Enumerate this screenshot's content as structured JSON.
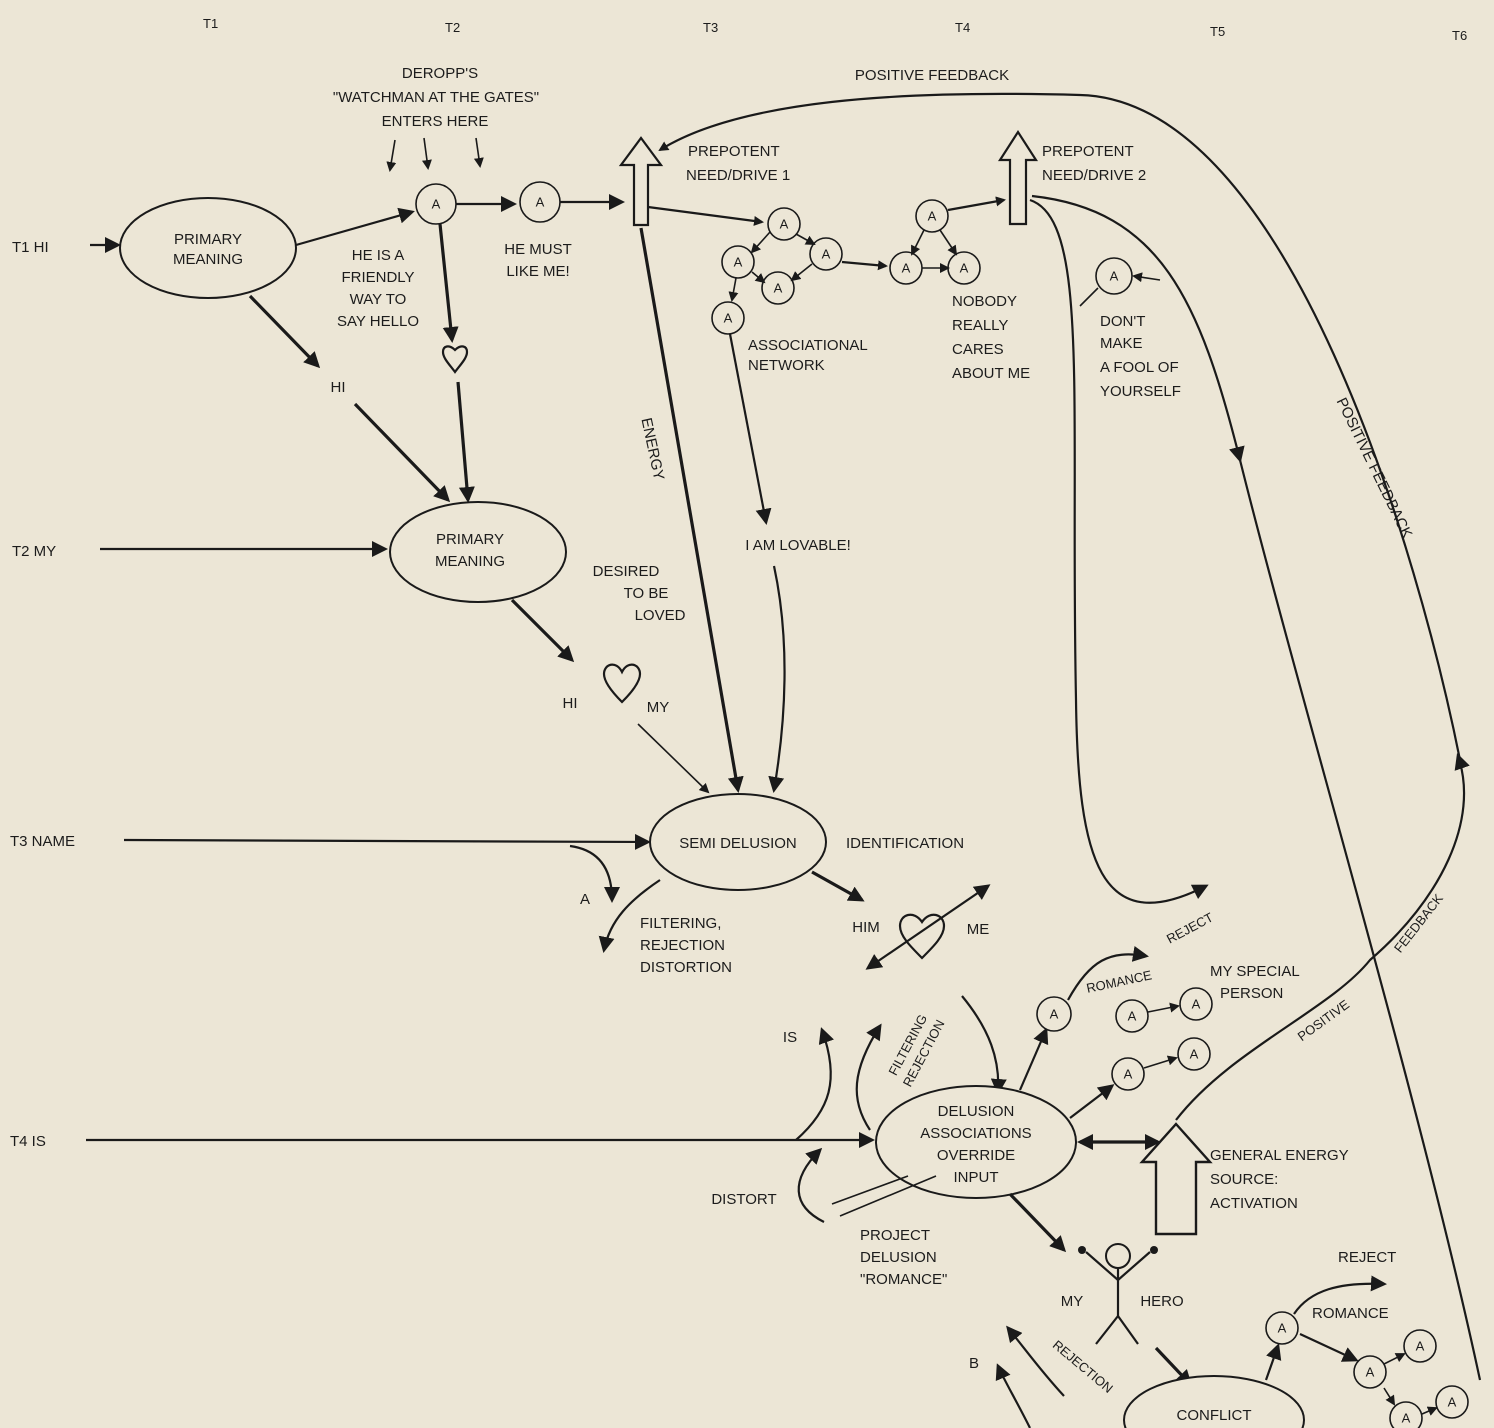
{
  "time_labels": [
    "T1",
    "T2",
    "T3",
    "T4",
    "T5",
    "T6"
  ],
  "inputs": {
    "hi": "T1  HI",
    "my": "T2  MY",
    "name": "T3  NAME",
    "is": "T4  IS"
  },
  "watchman": [
    "DEROPP'S",
    "\"WATCHMAN AT THE GATES\"",
    "ENTERS HERE"
  ],
  "positive_feedback_top": "POSITIVE FEEDBACK",
  "positive_feedback_right": "POSITIVE FEEDBACK",
  "positive_feedback_lower": [
    "POSITIVE",
    "FEEDBACK"
  ],
  "nodes": {
    "primary_meaning_1": [
      "PRIMARY",
      "MEANING"
    ],
    "primary_meaning_2": [
      "PRIMARY",
      "MEANING"
    ],
    "semi_delusion": "SEMI DELUSION",
    "delusion": [
      "DELUSION",
      "ASSOCIATIONS",
      "OVERRIDE",
      "INPUT"
    ],
    "conflict": "CONFLICT"
  },
  "labels": {
    "friendly_way": [
      "HE IS A",
      "FRIENDLY",
      "WAY TO",
      "SAY HELLO"
    ],
    "he_must_like_me": [
      "HE MUST",
      "LIKE ME!"
    ],
    "prepotent_1": [
      "PREPOTENT",
      "NEED/DRIVE 1"
    ],
    "prepotent_2": [
      "PREPOTENT",
      "NEED/DRIVE 2"
    ],
    "associational_network": [
      "ASSOCIATIONAL",
      "NETWORK"
    ],
    "nobody_cares": [
      "NOBODY",
      "REALLY",
      "CARES",
      "ABOUT ME"
    ],
    "dont_make_fool": [
      "DON'T",
      "MAKE",
      "A FOOL OF",
      "YOURSELF"
    ],
    "energy": "ENERGY",
    "hi": "HI",
    "i_am_lovable": "I AM LOVABLE!",
    "desired_to_be_loved": [
      "DESIRED",
      "TO BE",
      "LOVED"
    ],
    "hi_heart": "HI",
    "my_heart": "MY",
    "identification": "IDENTIFICATION",
    "a_reject": "A",
    "filtering": [
      "FILTERING,",
      "REJECTION",
      "DISTORTION"
    ],
    "him": "HIM",
    "me": "ME",
    "reject_1": "REJECT",
    "romance_1": "ROMANCE",
    "my_special_person": [
      "MY SPECIAL",
      "PERSON"
    ],
    "is_out": "IS",
    "filtering_rejection": [
      "FILTERING",
      "REJECTION"
    ],
    "distort": "DISTORT",
    "project_delusion": [
      "PROJECT",
      "DELUSION",
      "\"ROMANCE\""
    ],
    "general_energy": [
      "GENERAL ENERGY",
      "SOURCE:",
      "ACTIVATION"
    ],
    "my": "MY",
    "hero": "HERO",
    "b": "B",
    "rejection": "REJECTION",
    "reject_2": "REJECT",
    "romance_2": "ROMANCE"
  },
  "association_symbol": "A"
}
